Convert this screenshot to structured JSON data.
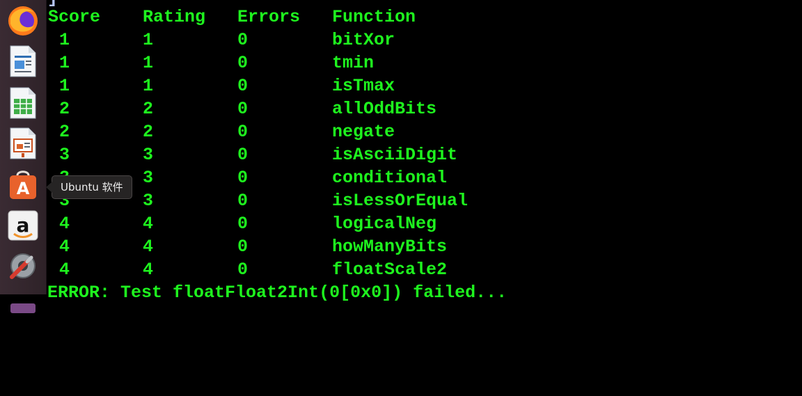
{
  "dock": {
    "items": [
      {
        "name": "firefox-icon"
      },
      {
        "name": "libreoffice-writer-icon"
      },
      {
        "name": "libreoffice-calc-icon"
      },
      {
        "name": "libreoffice-impress-icon"
      },
      {
        "name": "ubuntu-software-icon"
      },
      {
        "name": "amazon-icon"
      },
      {
        "name": "system-settings-icon"
      }
    ],
    "tooltip": "Ubuntu 软件"
  },
  "terminal": {
    "top_partial": "] ",
    "headers": {
      "score": "Score",
      "rating": "Rating",
      "errors": "Errors",
      "function": "Function"
    },
    "rows": [
      {
        "score": "1",
        "rating": "1",
        "errors": "0",
        "function": "bitXor"
      },
      {
        "score": "1",
        "rating": "1",
        "errors": "0",
        "function": "tmin"
      },
      {
        "score": "1",
        "rating": "1",
        "errors": "0",
        "function": "isTmax"
      },
      {
        "score": "2",
        "rating": "2",
        "errors": "0",
        "function": "allOddBits"
      },
      {
        "score": "2",
        "rating": "2",
        "errors": "0",
        "function": "negate"
      },
      {
        "score": "3",
        "rating": "3",
        "errors": "0",
        "function": "isAsciiDigit"
      },
      {
        "score": "3",
        "rating": "3",
        "errors": "0",
        "function": "conditional"
      },
      {
        "score": "3",
        "rating": "3",
        "errors": "0",
        "function": "isLessOrEqual"
      },
      {
        "score": "4",
        "rating": "4",
        "errors": "0",
        "function": "logicalNeg"
      },
      {
        "score": "4",
        "rating": "4",
        "errors": "0",
        "function": "howManyBits"
      },
      {
        "score": "4",
        "rating": "4",
        "errors": "0",
        "function": "floatScale2"
      }
    ],
    "bottom_line": "ERROR: Test floatFloat2Int(0[0x0]) failed..."
  }
}
